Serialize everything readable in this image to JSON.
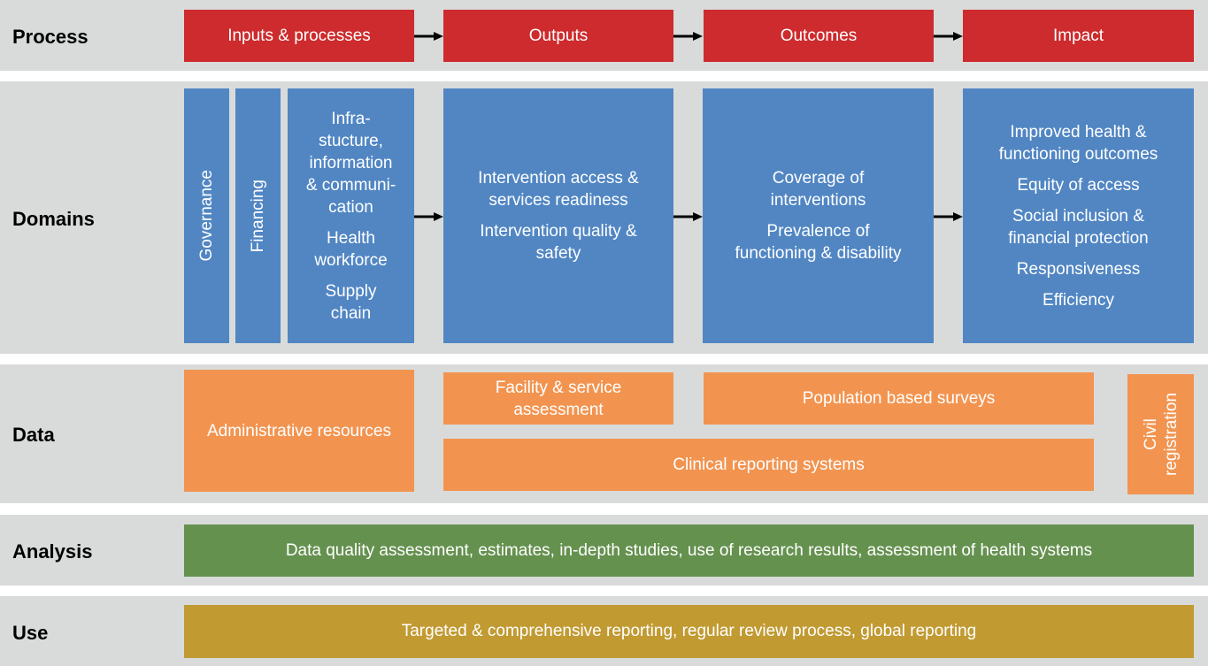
{
  "colors": {
    "process": "#cd2b2d",
    "domains": "#5186c3",
    "data": "#f29450",
    "analysis": "#65914f",
    "use": "#c19a32",
    "band_background": "#d9dbda"
  },
  "process": {
    "label": "Process",
    "stages": [
      "Inputs & processes",
      "Outputs",
      "Outcomes",
      "Impact"
    ]
  },
  "domains": {
    "label": "Domains",
    "inputs": {
      "governance": "Governance",
      "financing": "Financing",
      "items": [
        "Infra-\nstucture,\ninformation\n& communi-\ncation",
        "Health\nworkforce",
        "Supply\nchain"
      ]
    },
    "outputs": [
      "Intervention access &\nservices readiness",
      "Intervention quality &\nsafety"
    ],
    "outcomes": [
      "Coverage of\ninterventions",
      "Prevalence of\nfunctioning & disability"
    ],
    "impact": [
      "Improved health &\nfunctioning outcomes",
      "Equity of access",
      "Social inclusion &\nfinancial protection",
      "Responsiveness",
      "Efficiency"
    ]
  },
  "data": {
    "label": "Data",
    "administrative": "Administrative resources",
    "facility": "Facility & service\nassessment",
    "population": "Population based surveys",
    "clinical": "Clinical reporting systems",
    "civil": "Civil\nregistration"
  },
  "analysis": {
    "label": "Analysis",
    "text": "Data quality assessment, estimates, in-depth studies, use of research results, assessment of health systems"
  },
  "use": {
    "label": "Use",
    "text": "Targeted & comprehensive reporting, regular review process, global reporting"
  }
}
